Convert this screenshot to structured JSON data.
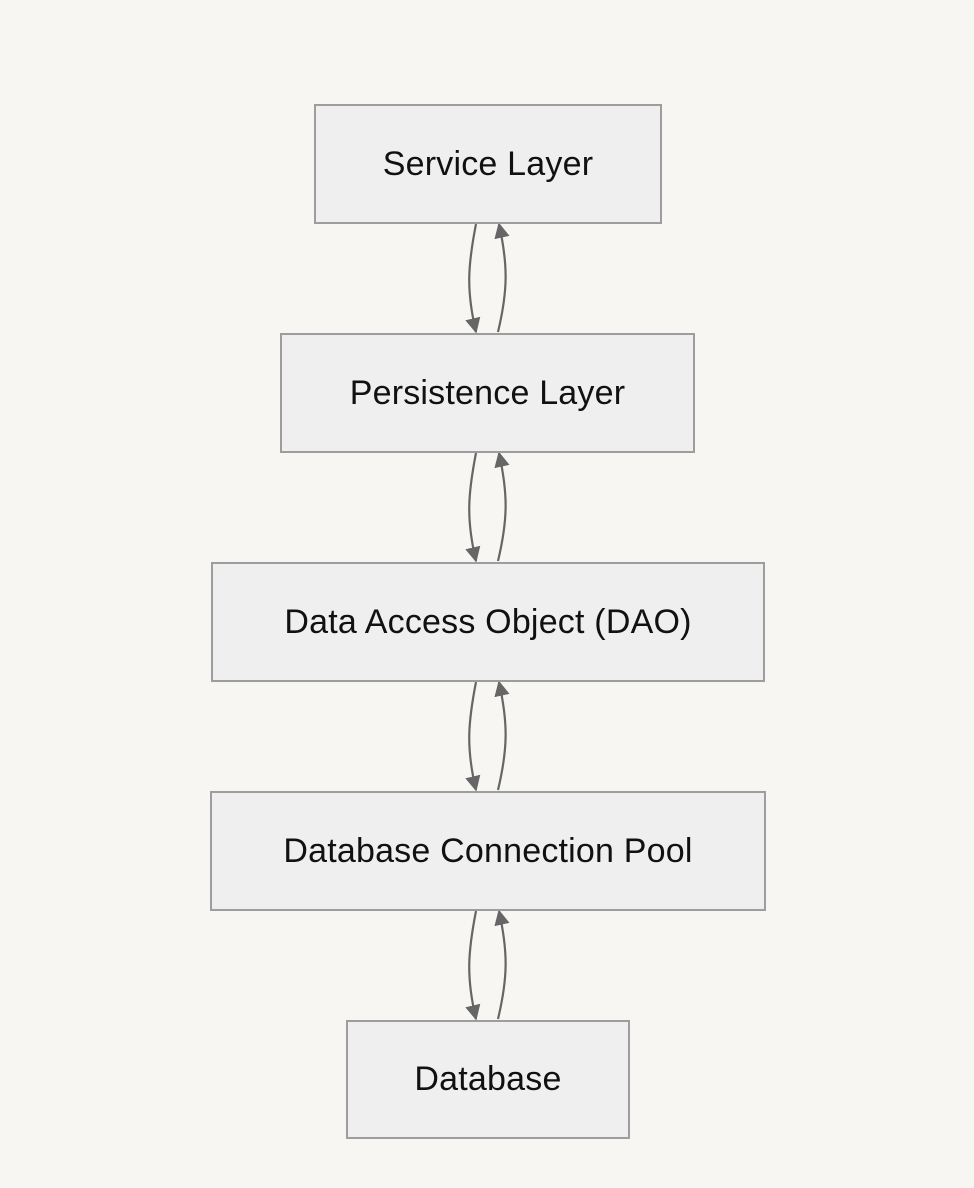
{
  "diagram": {
    "nodes": [
      {
        "id": "service",
        "label": "Service Layer"
      },
      {
        "id": "persistence",
        "label": "Persistence Layer"
      },
      {
        "id": "dao",
        "label": "Data Access Object (DAO)"
      },
      {
        "id": "pool",
        "label": "Database Connection Pool"
      },
      {
        "id": "database",
        "label": "Database"
      }
    ],
    "edges": [
      {
        "from": "service",
        "to": "persistence"
      },
      {
        "from": "persistence",
        "to": "service"
      },
      {
        "from": "persistence",
        "to": "dao"
      },
      {
        "from": "dao",
        "to": "persistence"
      },
      {
        "from": "dao",
        "to": "pool"
      },
      {
        "from": "pool",
        "to": "dao"
      },
      {
        "from": "pool",
        "to": "database"
      },
      {
        "from": "database",
        "to": "pool"
      }
    ],
    "colors": {
      "background": "#f7f6f3",
      "node_fill": "#efefef",
      "node_border": "#9d9d9d",
      "edge": "#666666"
    }
  }
}
